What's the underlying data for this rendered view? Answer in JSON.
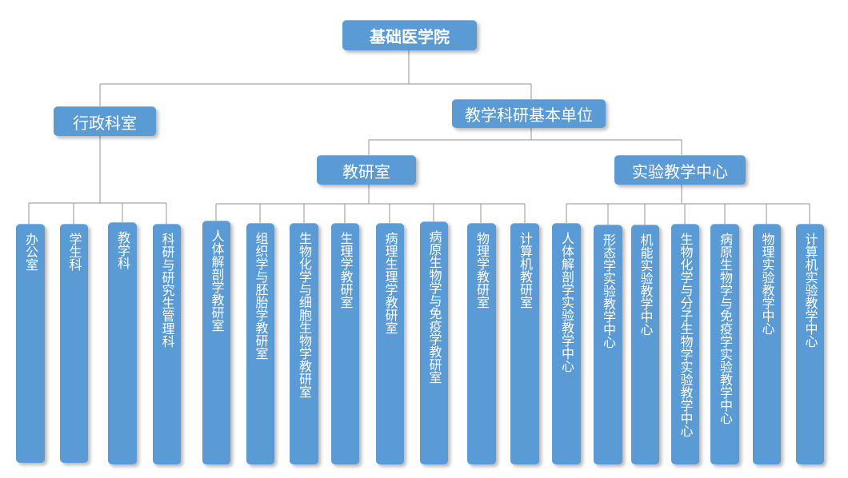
{
  "root": "基础医学院",
  "branches": {
    "admin": "行政科室",
    "teaching": "教学科研基本单位",
    "jiaoyanshi": "教研室",
    "lab_center": "实验教学中心"
  },
  "admin_units": [
    "办公室",
    "学生科",
    "教学科",
    "科研与研究生管理科"
  ],
  "jiaoyanshi_units": [
    "人体解剖学教研室",
    "组织学与胚胎学教研室",
    "生物化学与细胞生物学教研室",
    "生理学教研室",
    "病理生理学教研室",
    "病原生物学与免疫学教研室",
    "物理学教研室",
    "计算机教研室"
  ],
  "lab_units": [
    "人体解剖学实验教学中心",
    "形态学实验教学中心",
    "机能实验教学中心",
    "生物化学与分子生物学实验教学中心",
    "病原生物学与免疫学实验教学中心",
    "物理实验教学中心",
    "计算机实验教学中心"
  ],
  "colors": {
    "box": "#5b9bd5",
    "text": "#ffffff",
    "line": "#a6a6a6"
  }
}
